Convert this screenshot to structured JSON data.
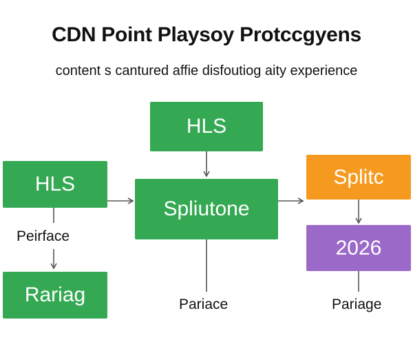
{
  "diagram": {
    "title": "CDN Point Playsoy Protccgyens",
    "subtitle": "content s cantured affie disfoutiog aity experience",
    "nodes": {
      "hls_top": "HLS",
      "hls_left": "HLS",
      "center": "Spliutone",
      "right_top": "Splitc",
      "right_bottom": "2026",
      "left_bottom": "Rariag"
    },
    "labels": {
      "left": "Peirface",
      "center": "Pariace",
      "right": "Pariage"
    },
    "colors": {
      "green": "#34a853",
      "orange": "#f59a1f",
      "purple": "#9b6ac9",
      "connector": "#555555"
    }
  }
}
